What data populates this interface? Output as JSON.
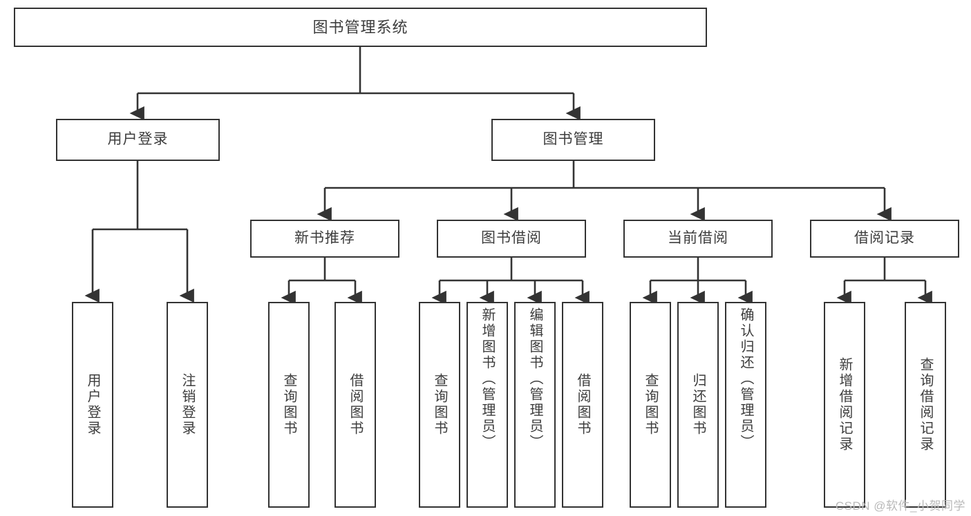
{
  "diagram": {
    "title": "图书管理系统",
    "type": "tree-hierarchy",
    "watermark": "CSDN @软件_小贺同学",
    "colors": {
      "node_border": "#333333",
      "node_fill": "#ffffff",
      "edge": "#333333",
      "text": "#3d3d3d",
      "watermark": "#b9b9b9"
    },
    "nodes": {
      "root": {
        "label": "图书管理系统"
      },
      "level2": [
        {
          "label": "用户登录"
        },
        {
          "label": "图书管理"
        }
      ],
      "level3": [
        {
          "label": "新书推荐"
        },
        {
          "label": "图书借阅"
        },
        {
          "label": "当前借阅"
        },
        {
          "label": "借阅记录"
        }
      ],
      "leaves_user_login": [
        {
          "label": "用户登录"
        },
        {
          "label": "注销登录"
        }
      ],
      "leaves_new_book": [
        {
          "label": "查询图书"
        },
        {
          "label": "借阅图书"
        }
      ],
      "leaves_borrow": [
        {
          "label": "查询图书"
        },
        {
          "label": "新增图书（管理员）"
        },
        {
          "label": "编辑图书（管理员）"
        },
        {
          "label": "借阅图书"
        }
      ],
      "leaves_current": [
        {
          "label": "查询图书"
        },
        {
          "label": "归还图书"
        },
        {
          "label": "确认归还（管理员）"
        }
      ],
      "leaves_records": [
        {
          "label": "新增借阅记录"
        },
        {
          "label": "查询借阅记录"
        }
      ]
    }
  }
}
